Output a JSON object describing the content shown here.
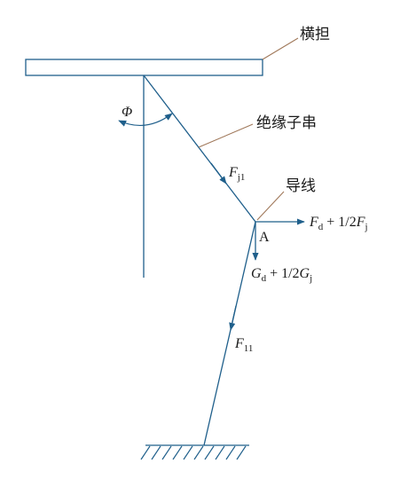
{
  "labels": {
    "crossarm": "横担",
    "insulator_string": "绝缘子串",
    "conductor": "导线",
    "angle": "Φ",
    "point": "A"
  },
  "forces": {
    "fj1": {
      "symbol": "F",
      "sub": "j1"
    },
    "fd_half_fj": {
      "symbol1": "F",
      "sub1": "d",
      "mid": "+ 1/2",
      "symbol2": "F",
      "sub2": "j"
    },
    "gd_half_gj": {
      "symbol1": "G",
      "sub1": "d",
      "mid": "+ 1/2",
      "symbol2": "G",
      "sub2": "j"
    },
    "f11": {
      "symbol": "F",
      "sub": "11"
    }
  },
  "colors": {
    "structure": "#1f5f8b",
    "leader": "#a0785a",
    "text": "#1a1a1a"
  },
  "icons": {
    "ground": "hatched-ground-support-icon"
  }
}
